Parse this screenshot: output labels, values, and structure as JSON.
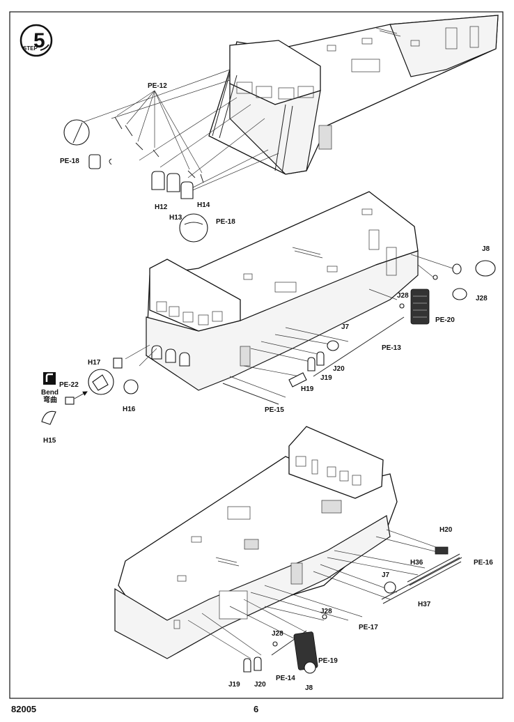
{
  "step": {
    "number": "5",
    "label": "STEP"
  },
  "footer": {
    "code": "82005",
    "page": "6"
  },
  "bend": {
    "label_en": "Bend",
    "label_cn": "弯曲"
  },
  "labels": {
    "pe12": "PE-12",
    "pe18a": "PE-18",
    "pe18b": "PE-18",
    "h12": "H12",
    "h13": "H13",
    "h14": "H14",
    "j8a": "J8",
    "j28a": "J28",
    "pe20": "PE-20",
    "j7a": "J7",
    "pe13": "PE-13",
    "h17": "H17",
    "pe22": "PE-22",
    "h16": "H16",
    "h15": "H15",
    "h19": "H19",
    "j19a": "J19",
    "j20a": "J20",
    "pe15": "PE-15",
    "h20": "H20",
    "pe16": "PE-16",
    "h36": "H36",
    "j7b": "J7",
    "h37": "H37",
    "j28b": "J28",
    "pe17": "PE-17",
    "j28c": "J28",
    "pe19": "PE-19",
    "j19b": "J19",
    "j20b": "J20",
    "pe14": "PE-14",
    "j8b": "J8"
  }
}
